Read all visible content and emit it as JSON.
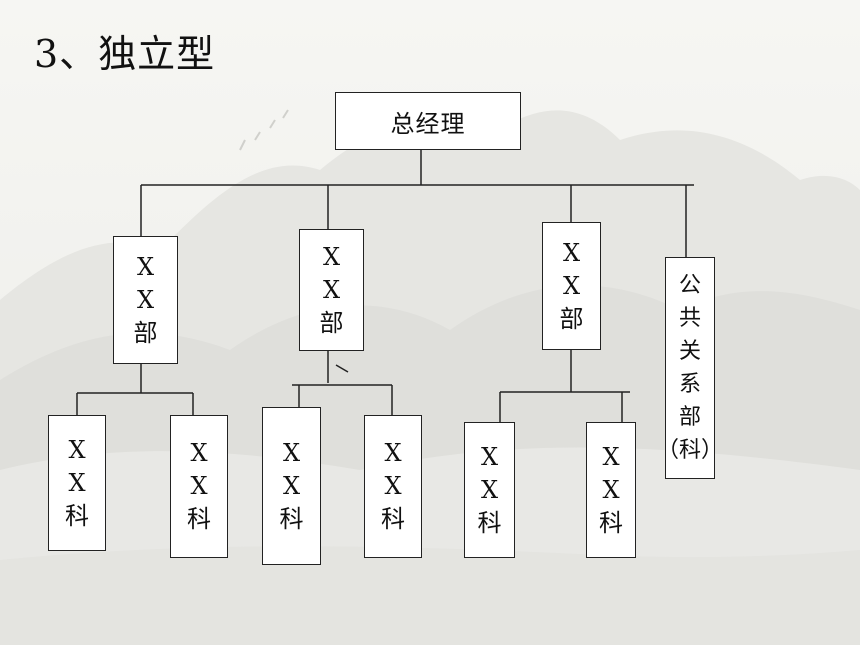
{
  "title": "3、独立型",
  "org": {
    "top": "总经理",
    "departments": [
      {
        "label": "X\nX\n部",
        "sections": [
          "X\nX\n科",
          "X\nX\n科"
        ]
      },
      {
        "label": "X\nX\n部",
        "sections": [
          "X\nX\n科",
          "X\nX\n科"
        ]
      },
      {
        "label": "X\nX\n部",
        "sections": [
          "X\nX\n科",
          "X\nX\n科"
        ]
      },
      {
        "label": "公\n共\n关\n系\n部\n（科）",
        "sections": []
      }
    ]
  }
}
